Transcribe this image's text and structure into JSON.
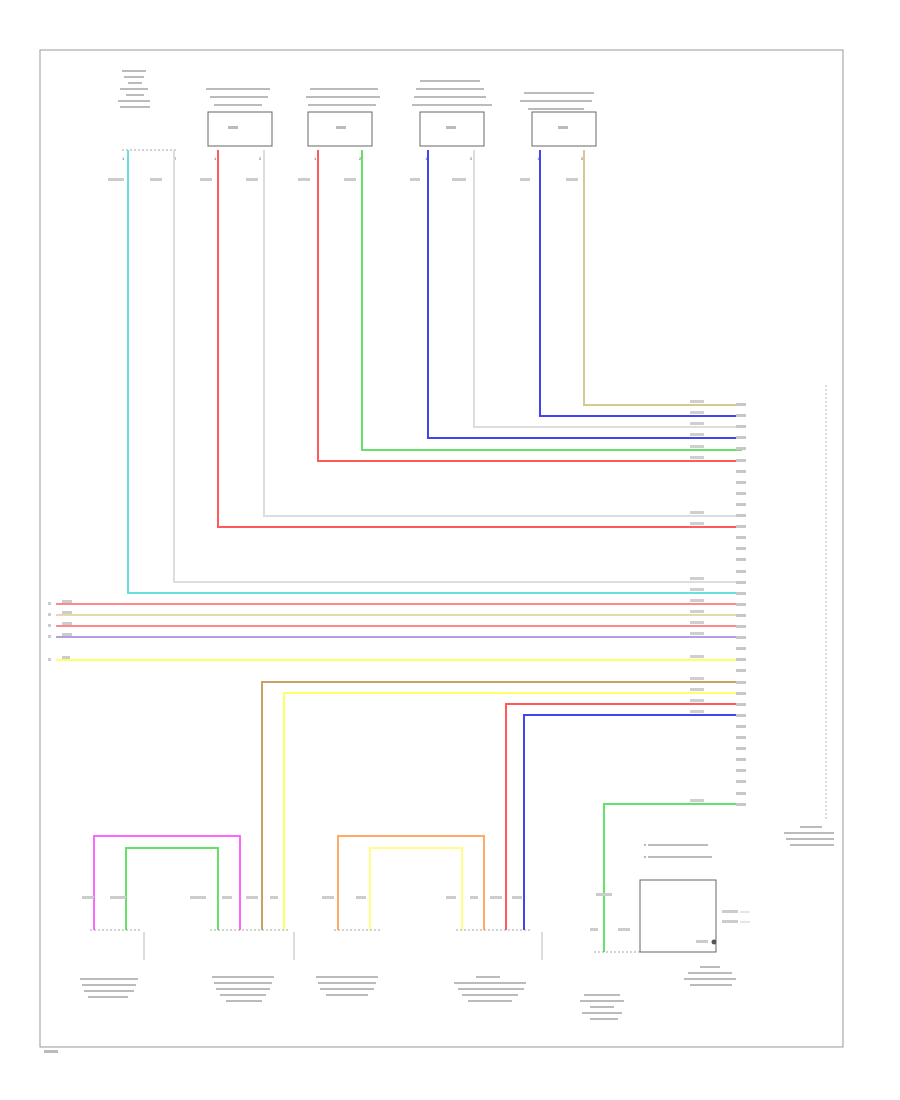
{
  "colors": {
    "lightblue": "#66e0e0",
    "white": "#d8d8d8",
    "red": "#ff5a5a",
    "green": "#66e066",
    "blue": "#4444ee",
    "tan": "#d8c890",
    "pink": "#ff8888",
    "beige": "#e8d8b0",
    "violet": "#b0a0e0",
    "yellow": "#ffff55",
    "brown": "#c8a060",
    "magenta": "#ff66ff",
    "orange": "#ffaa66",
    "darkblue": "#4444ee",
    "frame": "#999999"
  },
  "top_components": [
    {
      "pins": [
        "1",
        "2"
      ]
    },
    {
      "pins": [
        "1",
        "2"
      ]
    },
    {
      "pins": [
        "1",
        "2"
      ]
    },
    {
      "pins": [
        "1",
        "2"
      ]
    },
    {
      "pins": [
        "1",
        "2"
      ]
    }
  ]
}
